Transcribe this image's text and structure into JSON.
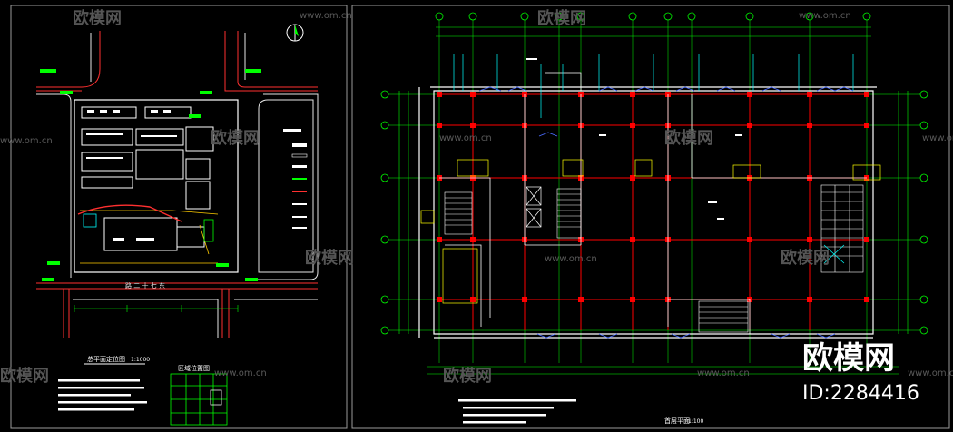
{
  "left_sheet": {
    "plan_title": "总平面定位图",
    "plan_scale": "1:1000",
    "site_plan_title": "区域位置图",
    "road_label": "路 二 十 七 东"
  },
  "right_sheet": {
    "plan_title": "首层平面",
    "plan_scale": "1:100"
  },
  "watermark": {
    "url": "www.om.cn",
    "brand": "欧模网"
  },
  "badge": {
    "brand": "欧模网",
    "id": "ID:2284416"
  },
  "colors": {
    "background": "#000000",
    "axis_green": "#00ff00",
    "column_red": "#ff0000",
    "wall_white": "#ffffff",
    "road_red": "#ff3030",
    "blue_detail": "#4a6cff",
    "yellow_detail": "#ffff00",
    "cyan_detail": "#00ffff",
    "border_gray": "#9a9a9a"
  }
}
